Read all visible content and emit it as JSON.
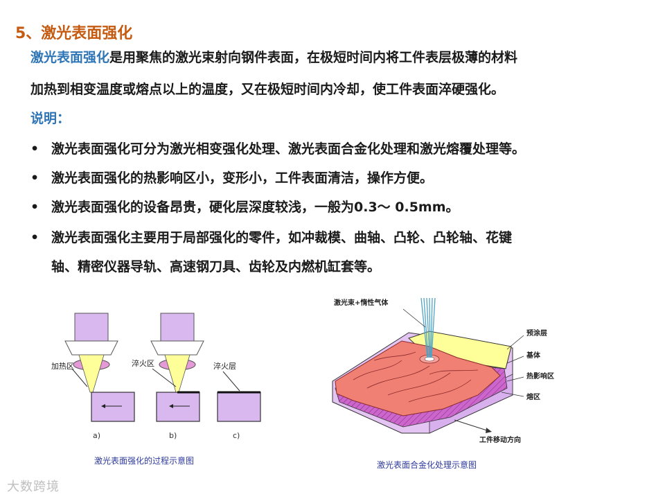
{
  "section_title": "5、激光表面强化",
  "intro": {
    "term": "激光表面强化",
    "line1_rest": "是用聚焦的激光束射向钢件表面，在极短时间内将工件表层极薄的材料",
    "line2": "加热到相变温度或熔点以上的温度，又在极短时间内冷却，使工件表面淬硬强化。"
  },
  "explain_label": "说明：",
  "bullets": [
    {
      "marker": "•",
      "text": "激光表面强化可分为激光相变强化处理、激光表面合金化处理和激光熔覆处理等。"
    },
    {
      "marker": "•",
      "text": "激光表面强化的热影响区小，变形小，工件表面清洁，操作方便。"
    },
    {
      "marker": "•",
      "text": "激光表面强化的设备昂贵，硬化层深度较浅，一般为0.3～ 0.5mm。"
    },
    {
      "marker": "•",
      "line1": "激光表面强化主要用于局部强化的零件，如冲裁模、曲轴、凸轮、凸轮轴、花键",
      "line2": "轴、精密仪器导轨、高速钢刀具、齿轮及内燃机缸套等。"
    }
  ],
  "figure_left": {
    "labels": {
      "heating": "加热区",
      "quench": "淬火区",
      "layer": "淬火层"
    },
    "panels": [
      "a)",
      "b)",
      "c)"
    ],
    "caption": "激光表面强化的过程示意图"
  },
  "figure_right": {
    "labels": {
      "beam": "激光束+惰性气体",
      "precoat": "预涂层",
      "substrate": "基体",
      "haz": "热影响区",
      "melt": "熔区",
      "direction": "工件移动方向"
    },
    "caption": "激光表面合金化处理示意图"
  },
  "watermark": "大数跨境",
  "colors": {
    "title": "#c55a11",
    "highlight": "#2e75b6",
    "lavender": "#d9b8f0",
    "magenta": "#cc66cc",
    "salmon": "#f07f74",
    "yellow": "#ffff99"
  }
}
